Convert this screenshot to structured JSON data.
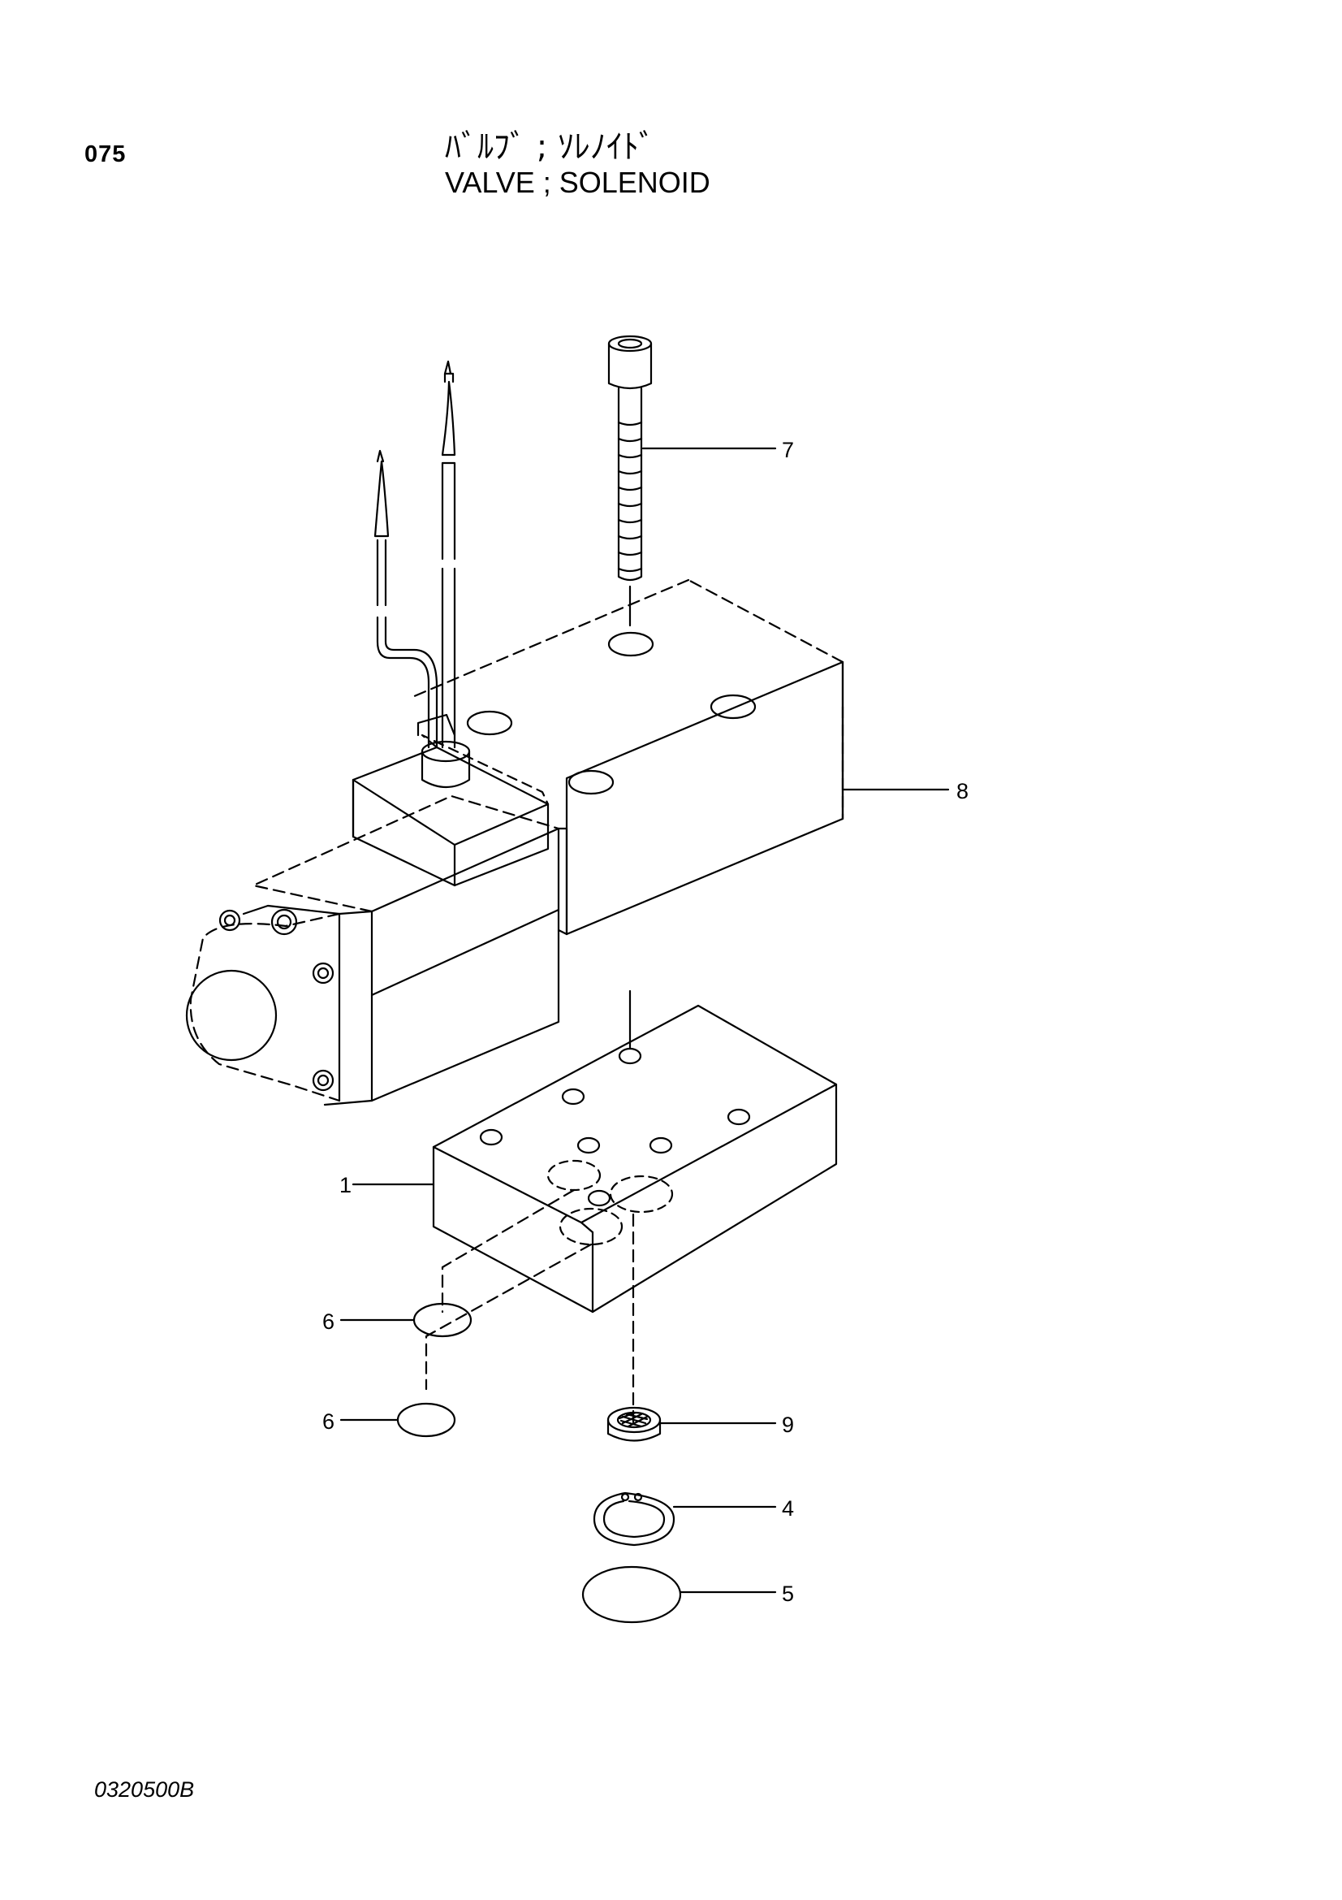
{
  "header": {
    "page_number": "075",
    "title_jp": "ﾊﾞﾙﾌﾞ ; ｿﾚﾉｲﾄﾞ",
    "title_en": "VALVE ; SOLENOID"
  },
  "footer": {
    "drawing_number": "0320500B"
  },
  "callouts": {
    "c7": "7",
    "c8": "8",
    "c1": "1",
    "c6a": "6",
    "c6b": "6",
    "c9": "9",
    "c4": "4",
    "c5": "5"
  }
}
